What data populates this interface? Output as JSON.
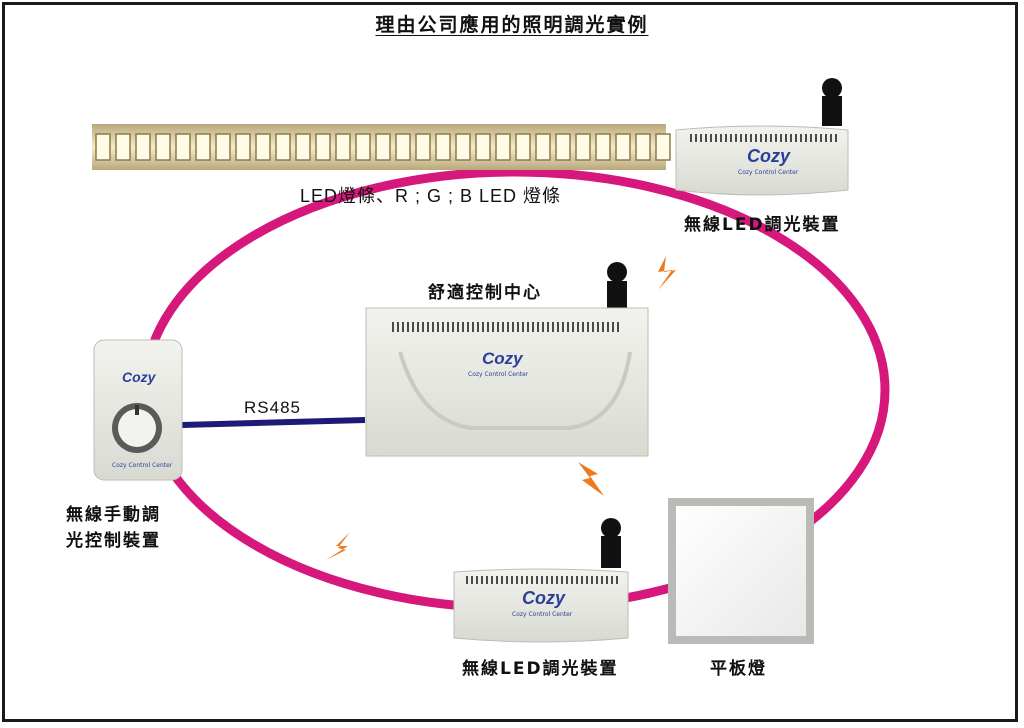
{
  "title": "理由公司應用的照明調光實例",
  "labels": {
    "led_strip": "LED燈條、R ; G ; B LED 燈條",
    "wireless_led_dimmer_top": "無線LED調光裝置",
    "comfort_control_center": "舒適控制中心",
    "rs485": "RS485",
    "manual_dimmer_line1": "無線手動調",
    "manual_dimmer_line2": "光控制裝置",
    "wireless_led_dimmer_bottom": "無線LED調光裝置",
    "panel_light": "平板燈"
  },
  "devices": {
    "brand": "Cozy",
    "brand_caption": "Cozy Control Center"
  },
  "colors": {
    "ring": "#d6177b",
    "bus": "#1c1c78",
    "lightning": "#ee7a1e",
    "device_body": "#e9eae3",
    "brand_blue": "#2a3f9a"
  }
}
